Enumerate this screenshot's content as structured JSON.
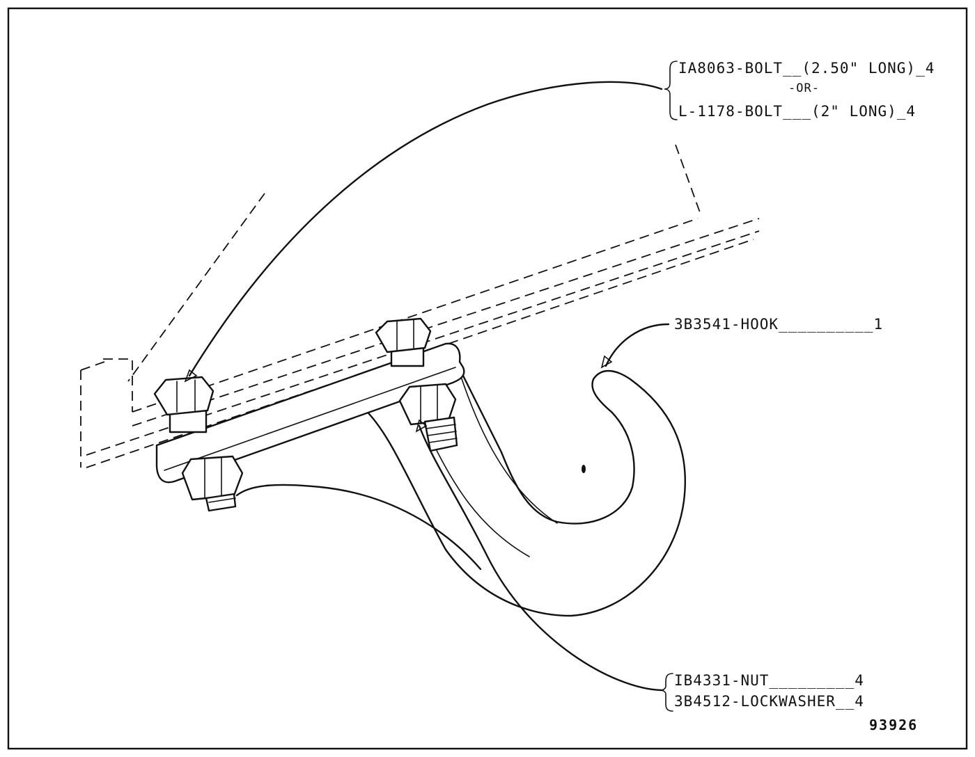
{
  "figure_number": "93926",
  "callouts": {
    "bolt_a": "IA8063-BOLT__(2.50\" LONG)_4",
    "bolt_or": "-OR-",
    "bolt_b": "L-1178-BOLT___(2\" LONG)_4",
    "hook": "3B3541-HOOK__________1",
    "nut": "IB4331-NUT_________4",
    "lockwasher": "3B4512-LOCKWASHER__4"
  },
  "colors": {
    "ink": "#111111",
    "paper": "#ffffff"
  }
}
